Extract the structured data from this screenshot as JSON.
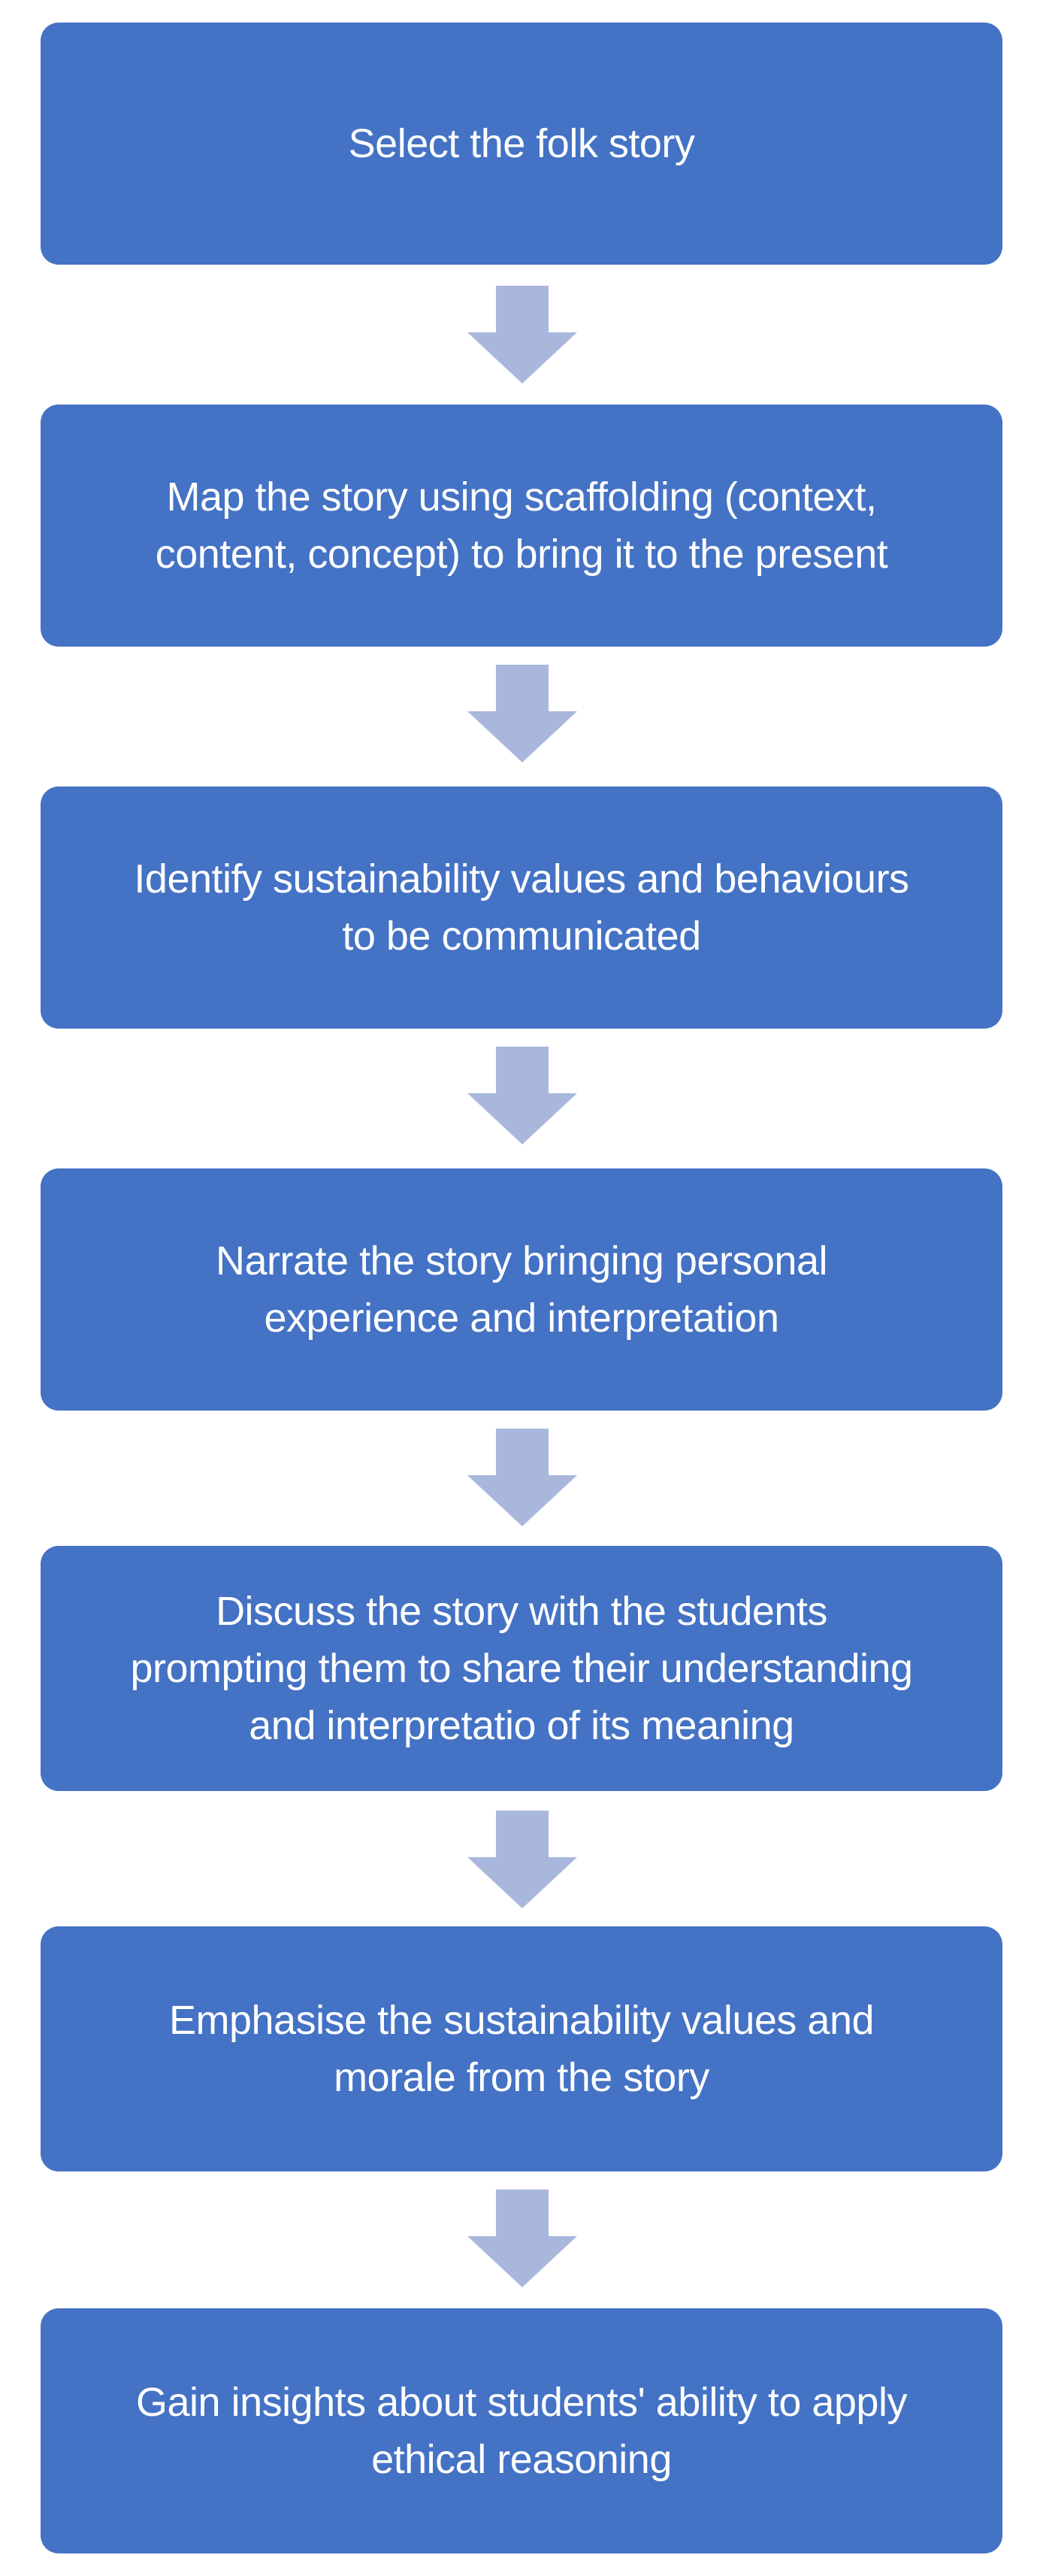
{
  "flowchart": {
    "steps": [
      {
        "text": "Select the folk story"
      },
      {
        "text": "Map the story using scaffolding (context,\ncontent, concept) to bring it to the present"
      },
      {
        "text": "Identify sustainability values and behaviours\nto be communicated"
      },
      {
        "text": "Narrate the story bringing personal\nexperience and interpretation"
      },
      {
        "text": "Discuss the story with the students\nprompting them to share their understanding\nand interpretatio of its meaning"
      },
      {
        "text": "Emphasise the sustainability values and\nmorale from the story"
      },
      {
        "text": "Gain insights about students' ability to apply\nethical reasoning"
      }
    ],
    "colors": {
      "box": "#4472c4",
      "text": "#ffffff",
      "arrow": "#a9b7dc"
    },
    "arrow_icon": "down-arrow-icon"
  }
}
